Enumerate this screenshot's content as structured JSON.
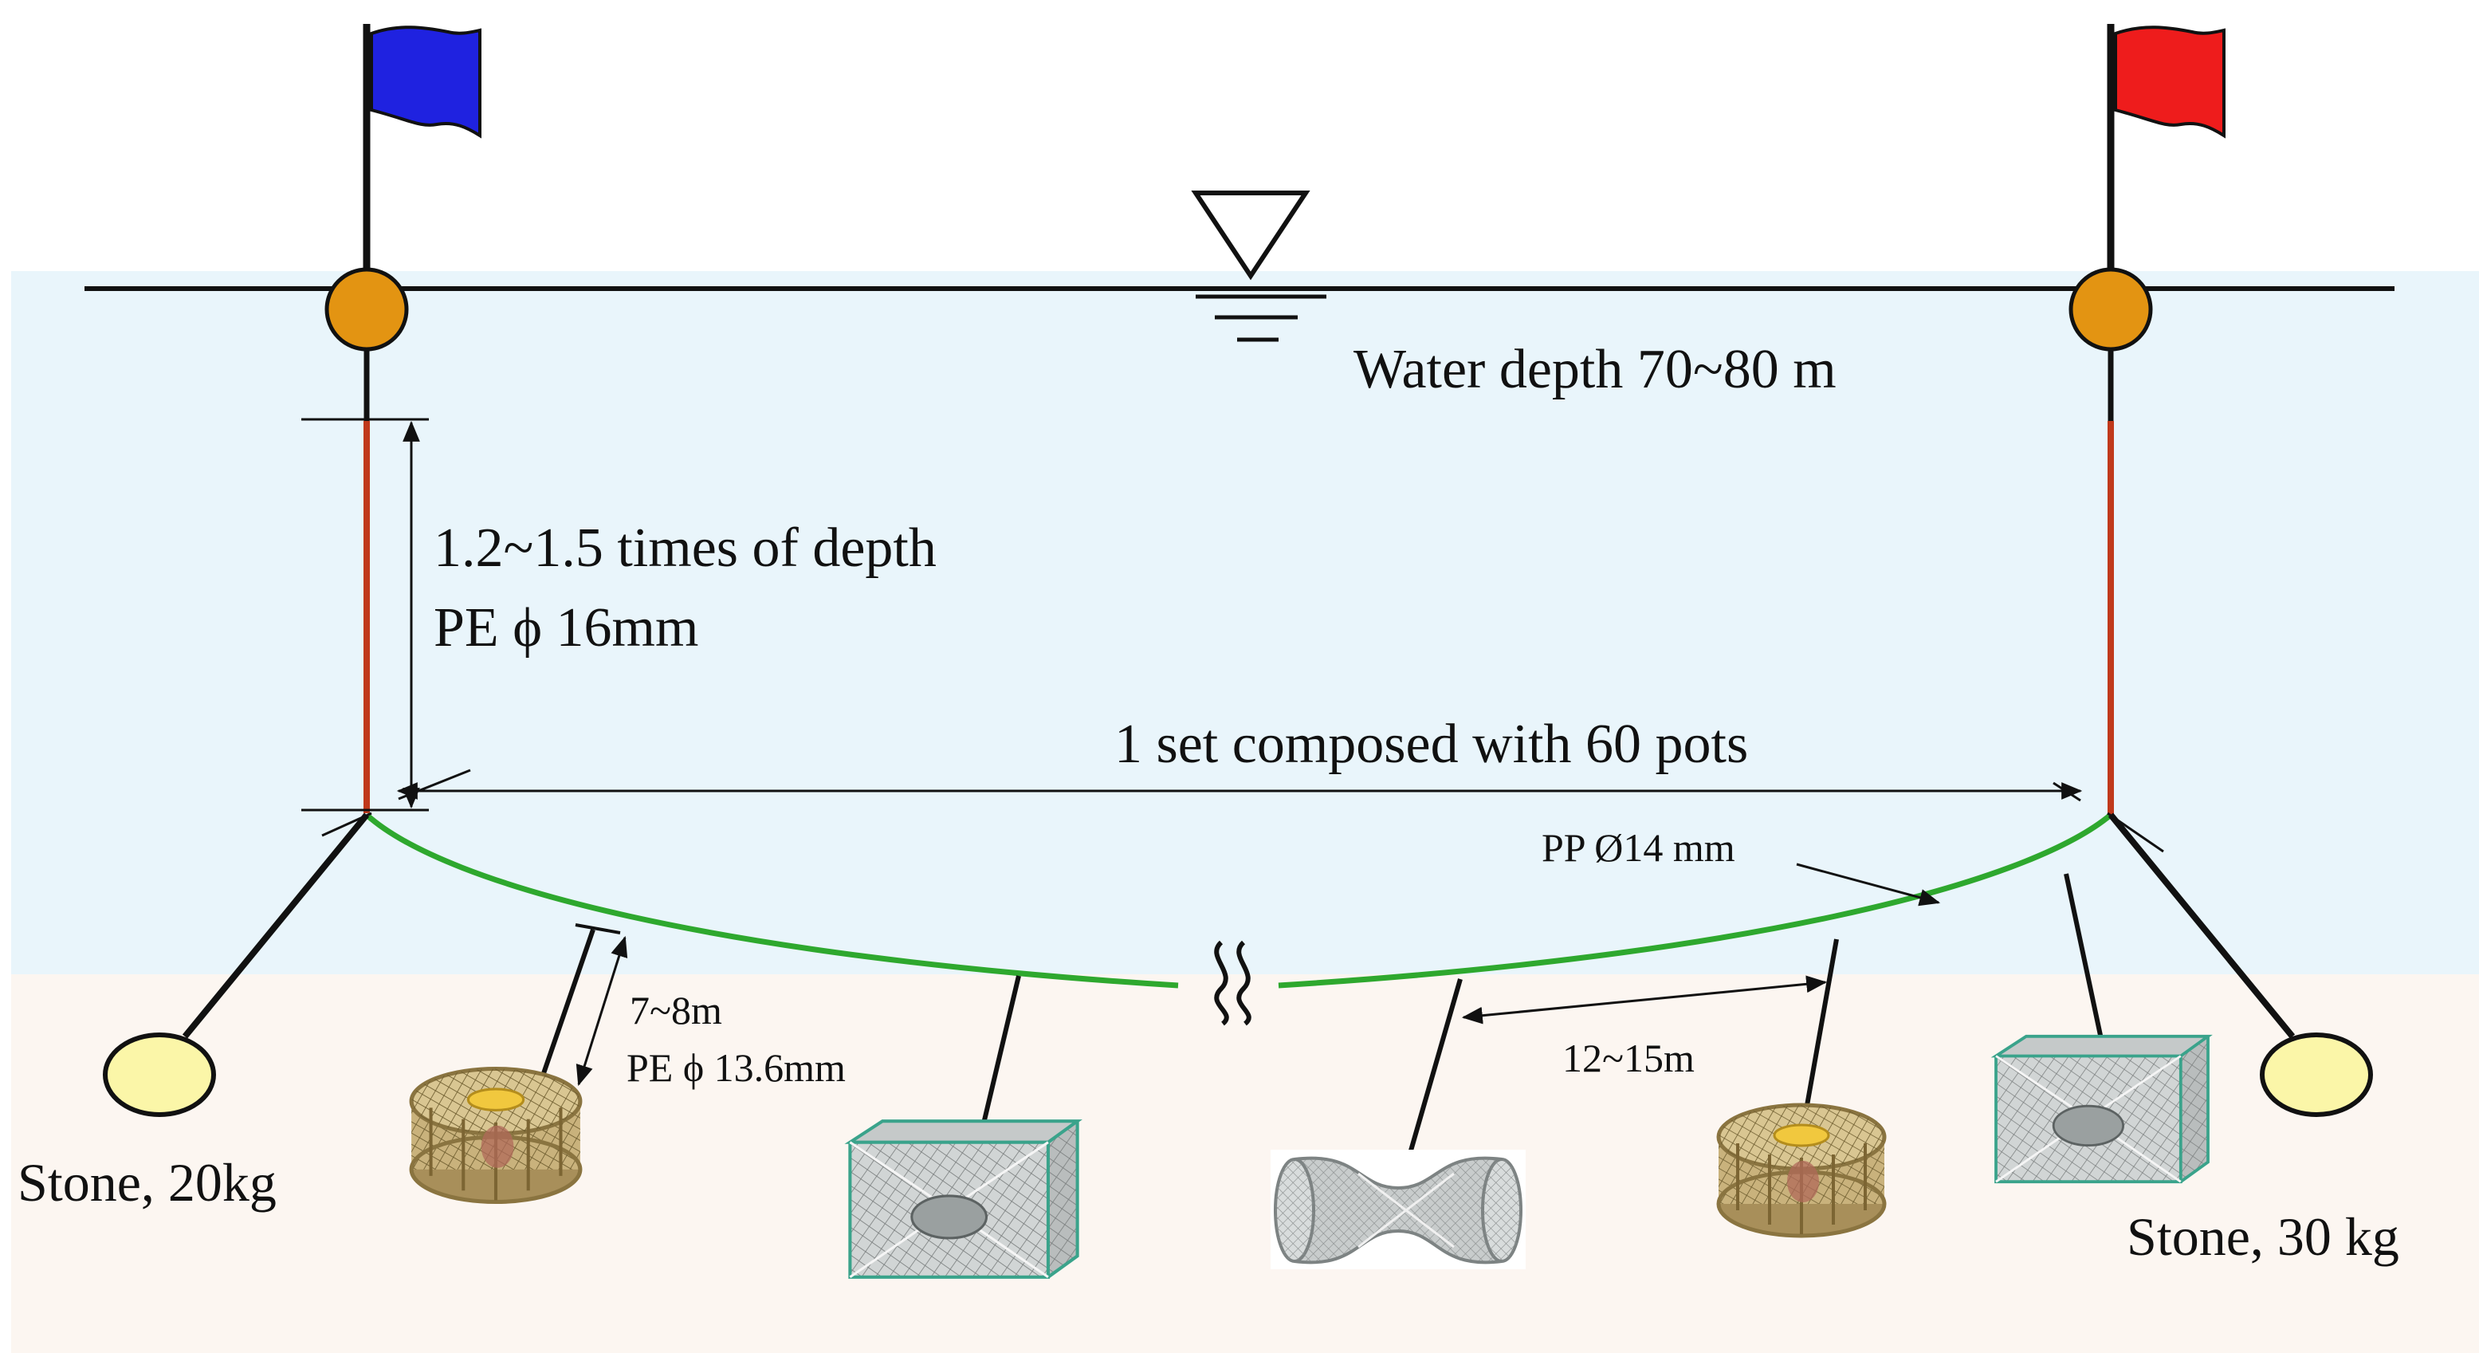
{
  "labels": {
    "water_depth": "Water depth  70~80 m",
    "buoy_line_length": "1.2~1.5 times of depth",
    "buoy_line_material": "PE  ϕ 16mm",
    "set_composition": "1 set  composed with 60 pots",
    "mainline_material": "PP Ø14  mm",
    "branch_line_length": "7~8m",
    "branch_line_material": "PE ϕ 13.6mm",
    "pot_spacing": "12~15m",
    "stone_left": "Stone, 20kg",
    "stone_right": "Stone, 30 kg"
  },
  "colors": {
    "water": "#e9f5fb",
    "seabed": "#fcf6f1",
    "flag_left": "#1f22e0",
    "flag_right": "#ee1c1c",
    "buoy": "#e39412",
    "stone": "#fbf6a8",
    "buoy_line": "#c0391b",
    "mainline": "#2ea82e",
    "line": "#111111"
  },
  "icons": {
    "water_surface": "water-surface-triangle-icon",
    "break": "line-break-icon",
    "round_pot": "round-crab-pot-icon",
    "box_pot": "square-box-pot-icon",
    "tube_pot": "cylindrical-tube-pot-icon"
  }
}
